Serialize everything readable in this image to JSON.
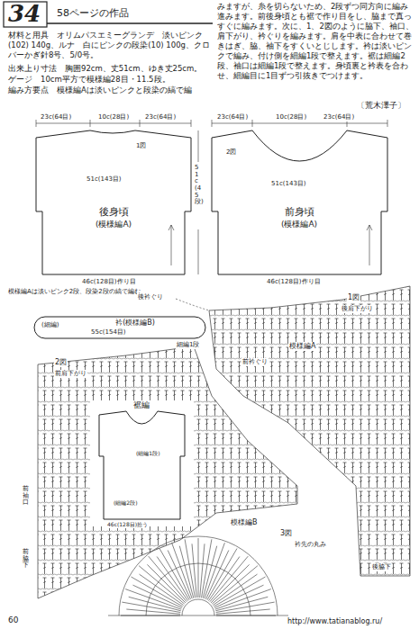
{
  "diagram": {
    "title": "34",
    "nodes": [
      {
        "text": [
          "後身頃",
          "(模様編A)"
        ]
      },
      {
        "text": [
          "前身頃",
          "(模様編A)"
        ]
      },
      {
        "text": [
          "衿(模様編B)"
        ]
      },
      {
        "text": [
          "裾編"
        ]
      }
    ],
    "labels": [
      "58ページの作品",
      "材料と用具　オリムパスエミーグランデ　淡いピンク(102) 140g、ルナ　白にピンクの段染(10) 100g、クロバーかぎ針8号、5/0号。",
      "出来上り寸法　胸囲92cm、丈51cm、ゆき丈25cm。",
      "ゲージ　10cm平方で模様編28目・11.5段。",
      "編み方要点　模様編Aは淡いピンクと段染の縞で編",
      "みますが、糸を切らないため、2段ずつ同方向に編み進みます。前後身頃とも裾で作り目をし、脇まで真っすぐに編みます。次に、1、2図のように脇下、袖口、肩下がり、衿ぐりを編みます。肩を中表に合わせて巻きはぎ、脇、袖下をすくいとじします。衿は淡いピンクで編み、付け側を細編1段で整えます。裾は細編2段、袖口は細編1段で整えます。身頃裏と衿表を合わせ、細編目に1目ずつ引抜きでつけます。",
      "〔荒木澤子〕",
      "23c(64目)",
      "10c(28目)",
      "23c(64目)",
      "1図",
      "51c(143目)",
      "46c(128目)作り目",
      "23c(64目)",
      "10c(28目)",
      "23c(64目)",
      "2図",
      "51c(143目)",
      "46c(128目)作り目",
      "51c(45段)",
      "模様編Aは淡いピンク2段、段染2段の縞で編む",
      "後衿ぐり",
      "(細編)",
      "55c(154目)",
      "細編1段",
      "1図",
      "後肩下がり",
      "模様編A",
      "前衿ぐり",
      "2図",
      "前肩下がり",
      "前袖口",
      "前脇下",
      "模様編B",
      "3図",
      "衿先の丸み",
      "後脇下",
      "(細編1段)",
      "(細編2段)",
      "46c(128目)拾う",
      "60",
      "http://www.tatianablog.ru/"
    ]
  }
}
